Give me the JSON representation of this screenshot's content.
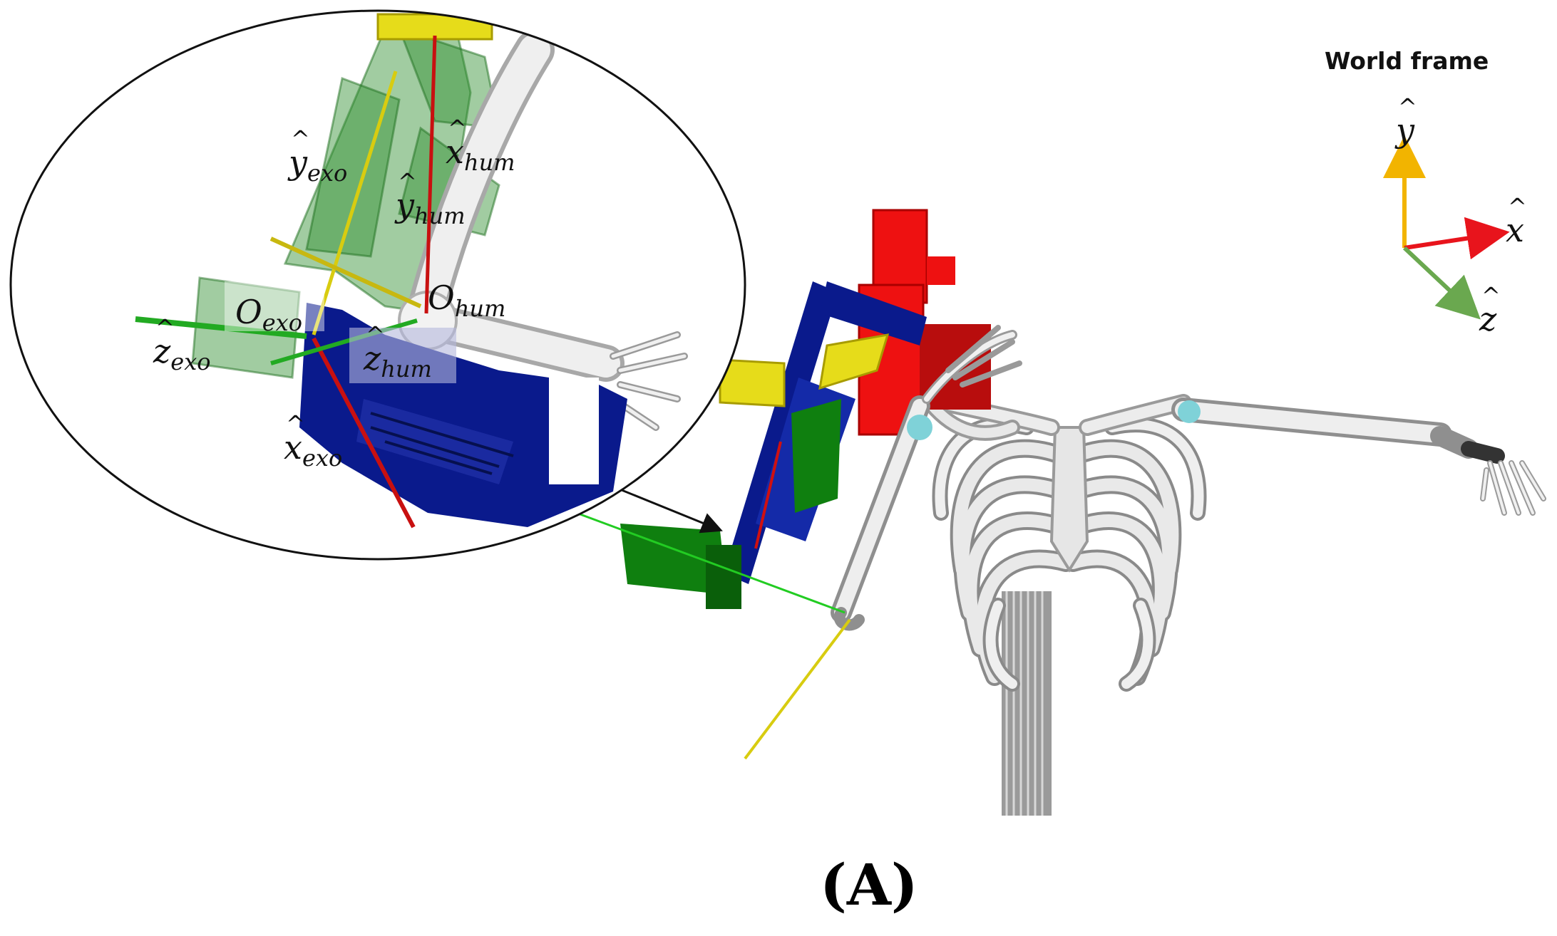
{
  "world_frame": {
    "title": "World frame",
    "axes": [
      {
        "name": "y",
        "color": "#f2b400"
      },
      {
        "name": "x",
        "color": "#e8141c"
      },
      {
        "name": "z",
        "color": "#6aa84f"
      }
    ]
  },
  "callout_labels": {
    "y_exo": {
      "base": "y",
      "sub": "exo"
    },
    "x_hum": {
      "base": "x",
      "sub": "hum"
    },
    "y_hum": {
      "base": "y",
      "sub": "hum"
    },
    "o_exo": {
      "base": "O",
      "sub": "exo"
    },
    "o_hum": {
      "base": "O",
      "sub": "hum"
    },
    "z_exo": {
      "base": "z",
      "sub": "exo"
    },
    "z_hum": {
      "base": "z",
      "sub": "hum"
    },
    "x_exo": {
      "base": "x",
      "sub": "exo"
    }
  },
  "panel_label": "(A)",
  "colors": {
    "exo_blue": "#0a1a8c",
    "exo_red": "#ee1111",
    "exo_yellow": "#e6dc1a",
    "exo_green": "#0f7f0f",
    "bone": "#e4e4e4",
    "bone_shadow": "#a8a8a8",
    "axis_green": "#22cc22",
    "axis_yellow": "#d8cc10",
    "axis_red": "#c81010"
  }
}
